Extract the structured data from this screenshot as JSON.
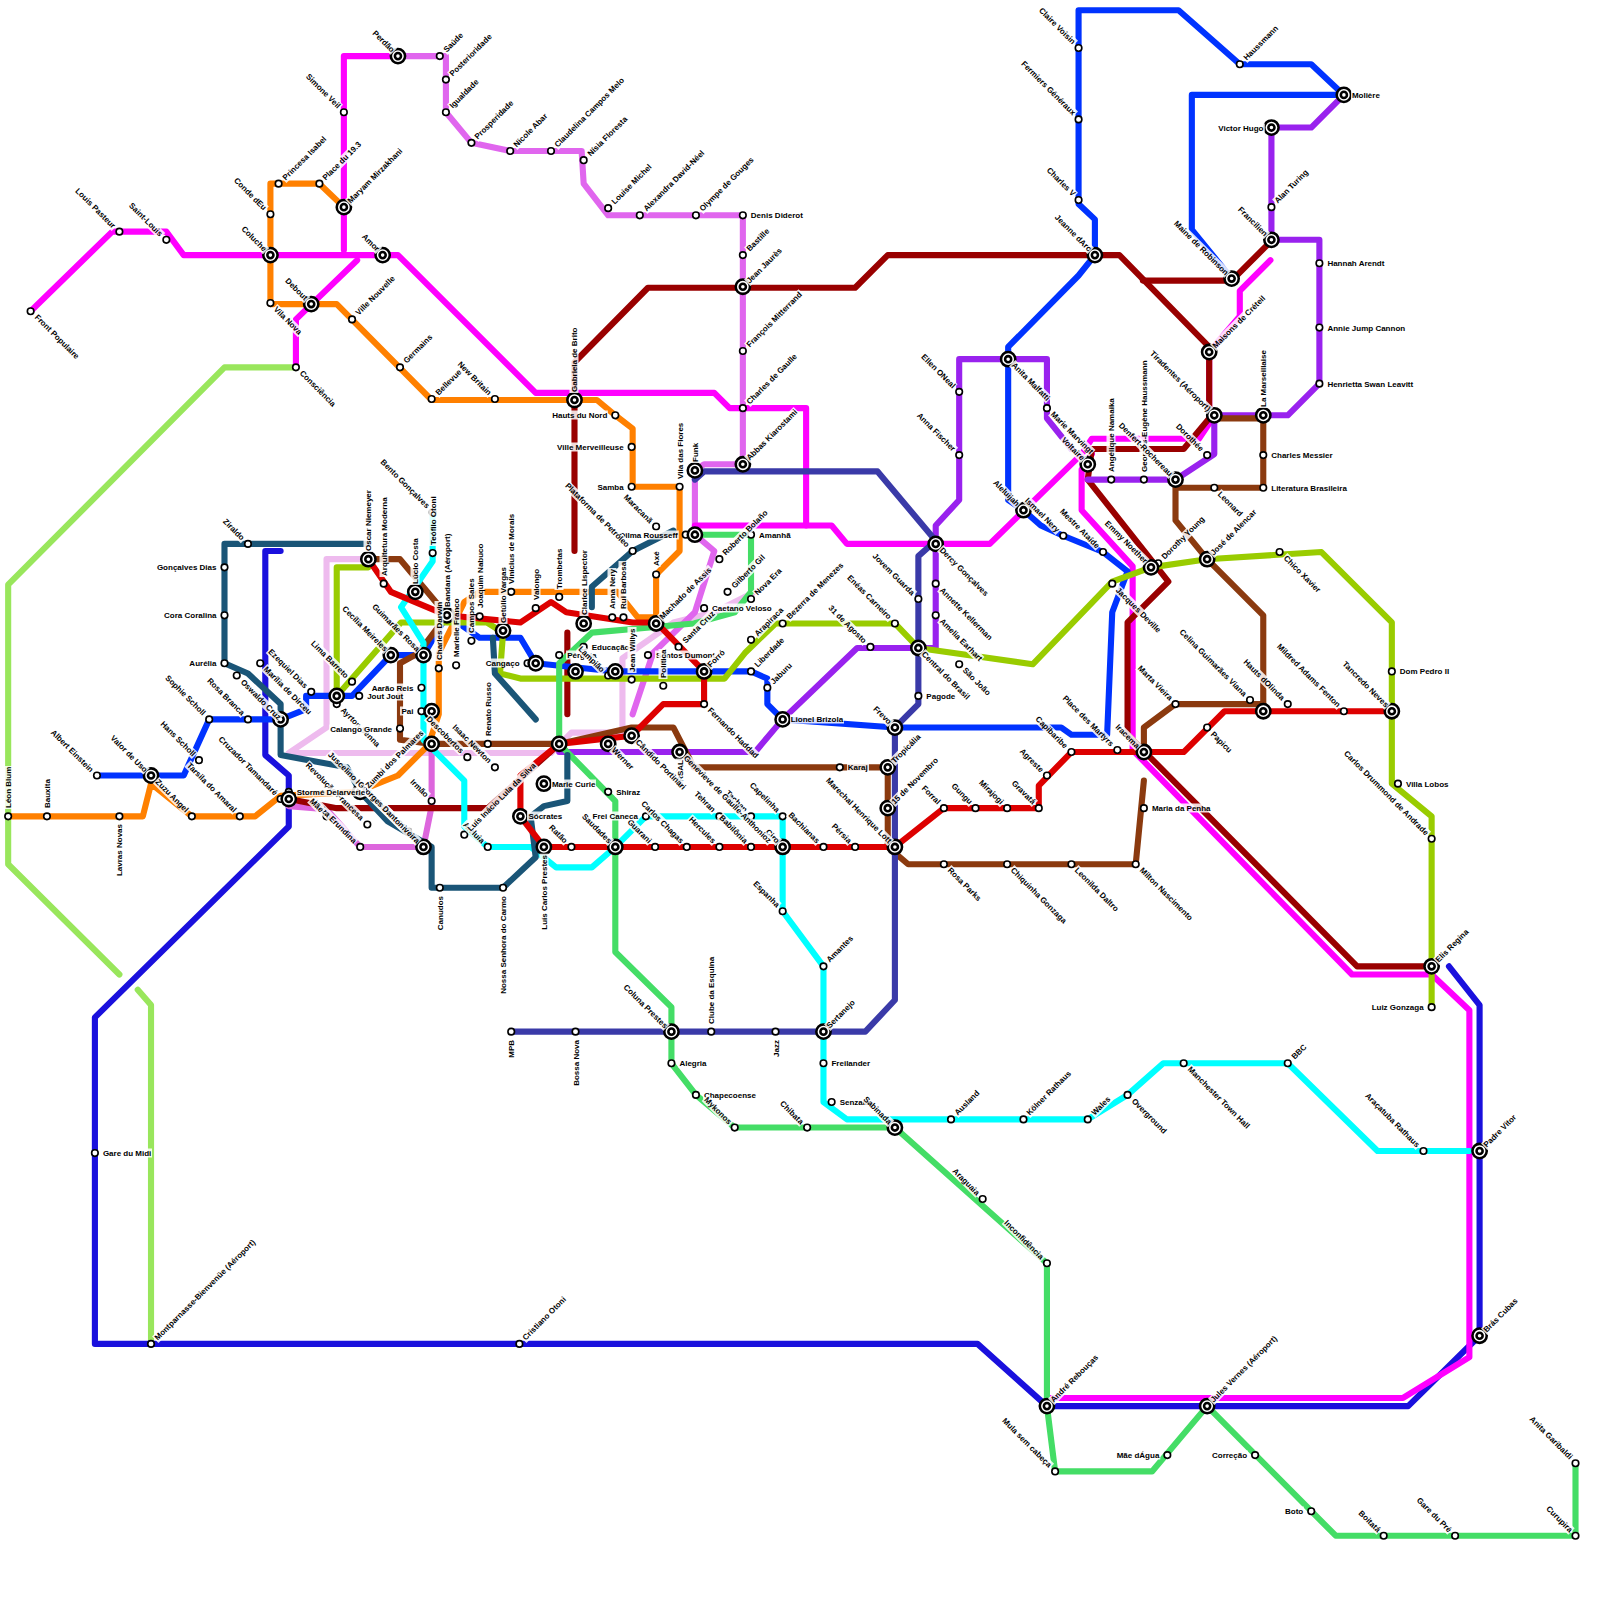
{
  "diagram": {
    "labels": [
      "Front Populaire",
      "Louis Pasteur",
      "Saint-Louis",
      "Coluche",
      "Conde dEu",
      "Princesa Isabel",
      "Place du 19.3",
      "Maryam Mirzakhani",
      "Simone Veil",
      "Perdão",
      "Saúde",
      "Posterioridade",
      "Igualdade",
      "Prosperidade",
      "Nicole Abar",
      "Claudelina Campos Melo",
      "Nísia Floresta",
      "Louise Michel",
      "Alexandra David-Néel",
      "Olympe de Gouges",
      "Denis Diderot",
      "Bastille",
      "Jean Jaurès",
      "François Mitterrand",
      "Charles de Gaulle",
      "Abbas Kiarostami",
      "Amor",
      "Vila Nova",
      "Debout",
      "Ville Nouvelle",
      "Consciência",
      "Germains",
      "Bellevue",
      "New Britain",
      "Gabriela de Brito",
      "Hauts du Nord",
      "Ville Merveilleuse",
      "Samba",
      "Maracanã",
      "Vila das Flores",
      "Funk",
      "Dilma Rousseff",
      "Amanhã",
      "Plataforma de Petróleo",
      "Roberto Bolaño",
      "Gilberto Gil",
      "Caetano Veloso",
      "Nova Era",
      "Axé",
      "Machado de Assis",
      "Santa Cruz",
      "Santos Dumont",
      "Forró",
      "Anna Nery",
      "Rui Barbosa",
      "Clarice Lispector",
      "Trombetas",
      "Valongo",
      "Vinícius de Morais",
      "Getúlio Vargas",
      "Joaquim Nabuco",
      "Bandara (Aéroport)",
      "Teófilo Otoni",
      "Bento Gonçalves",
      "Arquitetura Moderna",
      "Oscar Niemeyer",
      "Lúcio Costa",
      "Guimarães Rosa",
      "Cecília Meireles",
      "Ziraldo",
      "Gonçalves Dias",
      "Cora Coralina",
      "Aurélia",
      "Oswaldo Cruz",
      "Marília de Dirceu",
      "Sophie Scholl",
      "Rosa Branca",
      "Hans Scholl",
      "Valor de Uso",
      "Albert Einstein",
      "Lima Barreto",
      "Ezequiel Dias",
      "Ayrton Senna",
      "Jout Jout",
      "Aarão Reis",
      "Calango Grande",
      "Pai",
      "Charles Darwin",
      "Marielle Franco",
      "Campos Sales",
      "Cangaço",
      "Pérgola",
      "Educação",
      "Lampião",
      "Jean Willys",
      "Política",
      "Fernando Haddad",
      "Liberdade",
      "Arapiraca",
      "Bezerra de Menezes",
      "31 de Agosto",
      "Enéas Carneiro",
      "Jovem Guarda",
      "Jaburu",
      "Lionel Brizola",
      "Frevo",
      "Tropicália",
      "15 de Novembro",
      "Karaj",
      "Pagode",
      "Central do Brasil",
      "São João",
      "Amelia Earhart",
      "Annette Kellerman",
      "Dercy Gonçalves",
      "Anna Fischer",
      "Ellen ONeal",
      "Anita Malfatti",
      "Marie Marvingt",
      "Aleluijah",
      "Ismael Nery",
      "Mestre Ataíde",
      "Voltaire",
      "Angélique Namaika",
      "Georges-Eugène Haussmann",
      "Tiradentes (Aéroport)",
      "Dorothée",
      "Denfert-Rochereau",
      "Emmy Noether",
      "Dorothy Young",
      "José de Alencar",
      "Leonard",
      "Charles Messier",
      "Literatura Brasileira",
      "La Marseillaise",
      "Chico Xavier",
      "Dom Pedro II",
      "Tancredo Neves",
      "Mildred Adams Fenton",
      "Hauts dOlinda",
      "Celina Guimarães Viana",
      "Marta Vieira",
      "Papicu",
      "Place des Martyrs",
      "Capibaribe",
      "Jacques Deville",
      "Iracema",
      "Maria da Penha",
      "Milton Nascimento",
      "Leonilda Daltro",
      "Chiquinha Gonzaga",
      "Rosa Parks",
      "Agreste",
      "Gravatá",
      "Mirajogi",
      "Gungu",
      "Forral",
      "Marechal Henrique Lott",
      "Pérsia",
      "Bachianas",
      "Ciro",
      "Capelinha",
      "Tachan",
      "Tehran",
      "Babilônia",
      "Hercules",
      "Carlos Chagas",
      "Guarani",
      "Frei Caneca",
      "Shiraz",
      "Saudades",
      "Ratão",
      "Luís Carlos Prestes",
      "Sócrates",
      "Marie Curie",
      "Nossa Senhora do Carmo",
      "Canudos",
      "Aleluia",
      "Luís Inácio Lula da Silva",
      "Juscelino Kubitschek de Oliveira",
      "Georges Danton",
      "Luiza Erundina",
      "Revolução Francesa",
      "Mãe",
      "Irmão",
      "Isaac Newton",
      "Descobertos",
      "Renato Russo",
      "Zumbi dos Palmares",
      "Stormé Delarverie",
      "Cruzador Tamandaré",
      "Tarsila do Amaral",
      "Zuzu Angel",
      "Lavras Novas",
      "Bauxita",
      "Léon Blum",
      "Gare du Midi",
      "Montparnasse-Bienvenüe (Aéroport)",
      "Cristiano Otoni",
      "MPB",
      "Bossa Nova",
      "Coluna Prestes",
      "Clube da Esquina",
      "Jazz",
      "Sertanejo",
      "Amantes",
      "Espanha",
      "Freilander",
      "Senzala",
      "Alegria",
      "Chapecoense",
      "Mykonos",
      "Chibata",
      "Sabinada",
      "Ausland",
      "Kölner Rathaus",
      "Wales",
      "Overground",
      "Manchester Town Hall",
      "BBC",
      "Araçatuba Rathaus",
      "Padre Vitor",
      "Brás Cubas",
      "Elis Regina",
      "Luiz Gonzaga",
      "Carlos Drummond de Andrade",
      "Villa Lobos",
      "Araguaia",
      "Inconfidência",
      "André Rebouças",
      "Mula sem cabeça",
      "Mãe dÁgua",
      "Jules Vernes (Aéroport)",
      "Correção",
      "Boto",
      "Boitatá",
      "Gare du Pré",
      "Curupira",
      "Anita Garibaldi",
      "Claire Voisin",
      "Fermiers Généraux",
      "Charles V",
      "Jeanne dArc",
      "Haussmann",
      "Molière",
      "Victor Hugo",
      "Alan Turing",
      "Francilien",
      "Hannah Arendt",
      "Annie Jump Cannon",
      "Henrietta Swan Leavitt",
      "Maine de Robinson",
      "Maisons de Créteil",
      "Genevieve de Gaulle-Anthonioz",
      "URSAL",
      "Cândido Portinari",
      "Werner"
    ]
  }
}
